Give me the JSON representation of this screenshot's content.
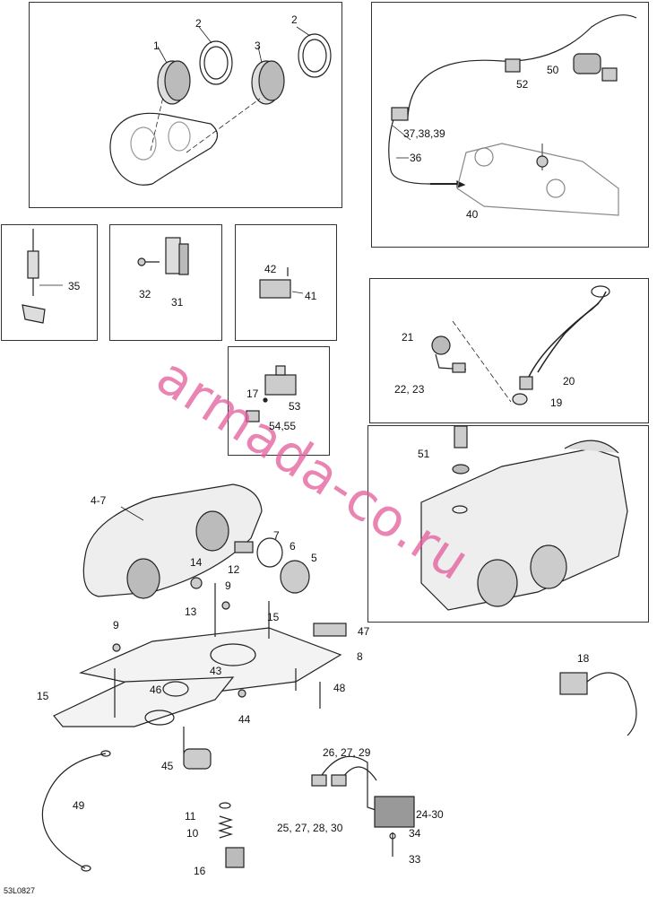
{
  "diagram_code": "53L0827",
  "watermark": "armada-co.ru",
  "callouts": {
    "c1": "1",
    "c2a": "2",
    "c2b": "2",
    "c3": "3",
    "c50": "50",
    "c52": "52",
    "c373839": "37,38,39",
    "c36": "36",
    "c40": "40",
    "c35": "35",
    "c32": "32",
    "c31": "31",
    "c42": "42",
    "c41": "41",
    "c21": "21",
    "c2223": "22, 23",
    "c20": "20",
    "c19": "19",
    "c17": "17",
    "c53": "53",
    "c5455": "54,55",
    "c51": "51",
    "c47top": "4-7",
    "c7": "7",
    "c6": "6",
    "c5": "5",
    "c14": "14",
    "c12": "12",
    "c13": "13",
    "c9a": "9",
    "c15a": "15",
    "c47": "47",
    "c8": "8",
    "c9b": "9",
    "c43": "43",
    "c46": "46",
    "c48": "48",
    "c15b": "15",
    "c44": "44",
    "c45": "45",
    "c49": "49",
    "c262729": "26, 27, 29",
    "c2430": "24-30",
    "c25": "25, 27, 28, 30",
    "c34": "34",
    "c33": "33",
    "c11": "11",
    "c10": "10",
    "c16": "16",
    "c18": "18"
  }
}
